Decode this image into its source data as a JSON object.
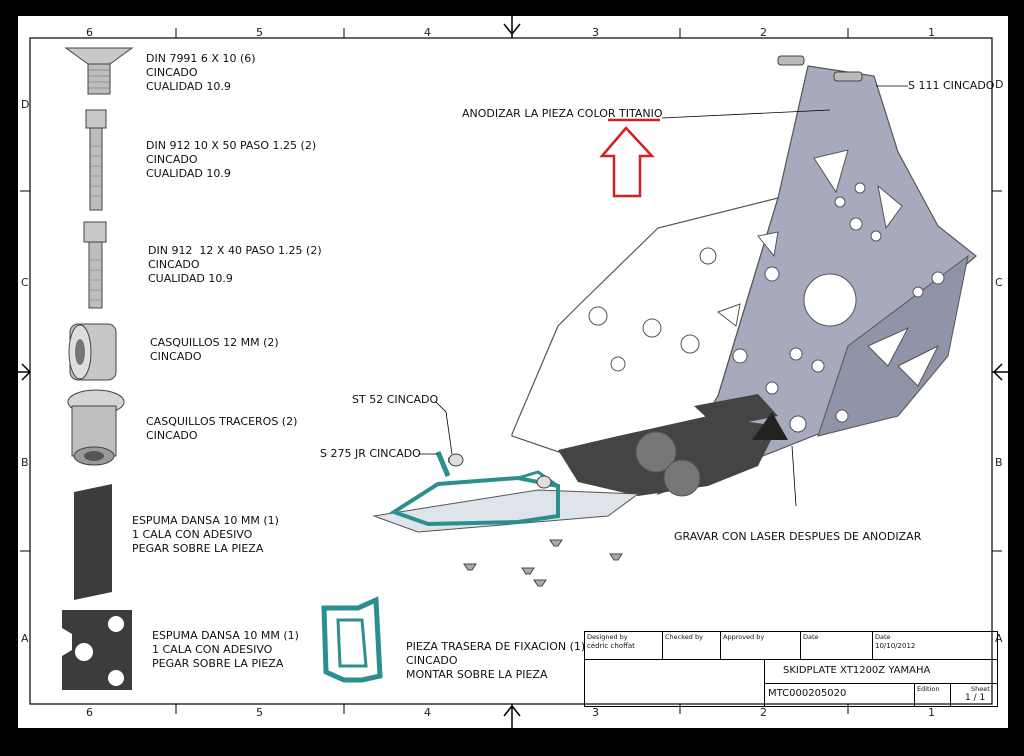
{
  "zones": {
    "columns": [
      "6",
      "5",
      "4",
      "3",
      "2",
      "1"
    ],
    "rows": [
      "D",
      "C",
      "B",
      "A"
    ]
  },
  "parts": [
    {
      "lines": [
        "DIN 7991 6 X 10 (6)",
        "CINCADO",
        "CUALIDAD 10.9"
      ]
    },
    {
      "lines": [
        "DIN 912 10 X 50 PASO 1.25 (2)",
        "CINCADO",
        "CUALIDAD 10.9"
      ]
    },
    {
      "lines": [
        "DIN 912  12 X 40 PASO 1.25 (2)",
        "CINCADO",
        "CUALIDAD 10.9"
      ]
    },
    {
      "lines": [
        "CASQUILLOS 12 MM (2)",
        "CINCADO"
      ]
    },
    {
      "lines": [
        "CASQUILLOS TRACEROS (2)",
        "CINCADO"
      ]
    },
    {
      "lines": [
        "ESPUMA DANSA 10 MM (1)",
        "1 CALA CON ADESIVO",
        "PEGAR SOBRE LA PIEZA"
      ]
    },
    {
      "lines": [
        "ESPUMA DANSA 10 MM (1)",
        "1 CALA CON ADESIVO",
        "PEGAR SOBRE LA PIEZA"
      ]
    },
    {
      "lines": [
        "PIEZA TRASERA DE FIXACION (1)",
        "CINCADO",
        "MONTAR SOBRE LA PIEZA"
      ]
    }
  ],
  "notes": {
    "anodize_prefix": "ANODIZAR LA PIEZA COLOR ",
    "anodize_color": "TITANIO",
    "s111": "S 111 CINCADO",
    "st52": "ST 52 CINCADO",
    "s275": "S 275 JR CINCADO",
    "laser": "GRAVAR CON LASER DESPUES DE ANODIZAR"
  },
  "title_block": {
    "designed_by_label": "Designed by",
    "designed_by": "cédric choffat",
    "checked_by_label": "Checked by",
    "approved_by_label": "Approved by",
    "date_label": "Date",
    "date_label2": "Date",
    "date": "10/10/2012",
    "title": "SKIDPLATE XT1200Z YAMAHA",
    "part_number": "MTC000205020",
    "edition_label": "Edition",
    "sheet_label": "Sheet",
    "sheet": "1 / 1"
  },
  "colors": {
    "plate": "#a7aabd",
    "plate_dark": "#7c8096",
    "teal": "#2a8f8f",
    "arrow": "#d42020",
    "foam": "#3c3c3c"
  }
}
